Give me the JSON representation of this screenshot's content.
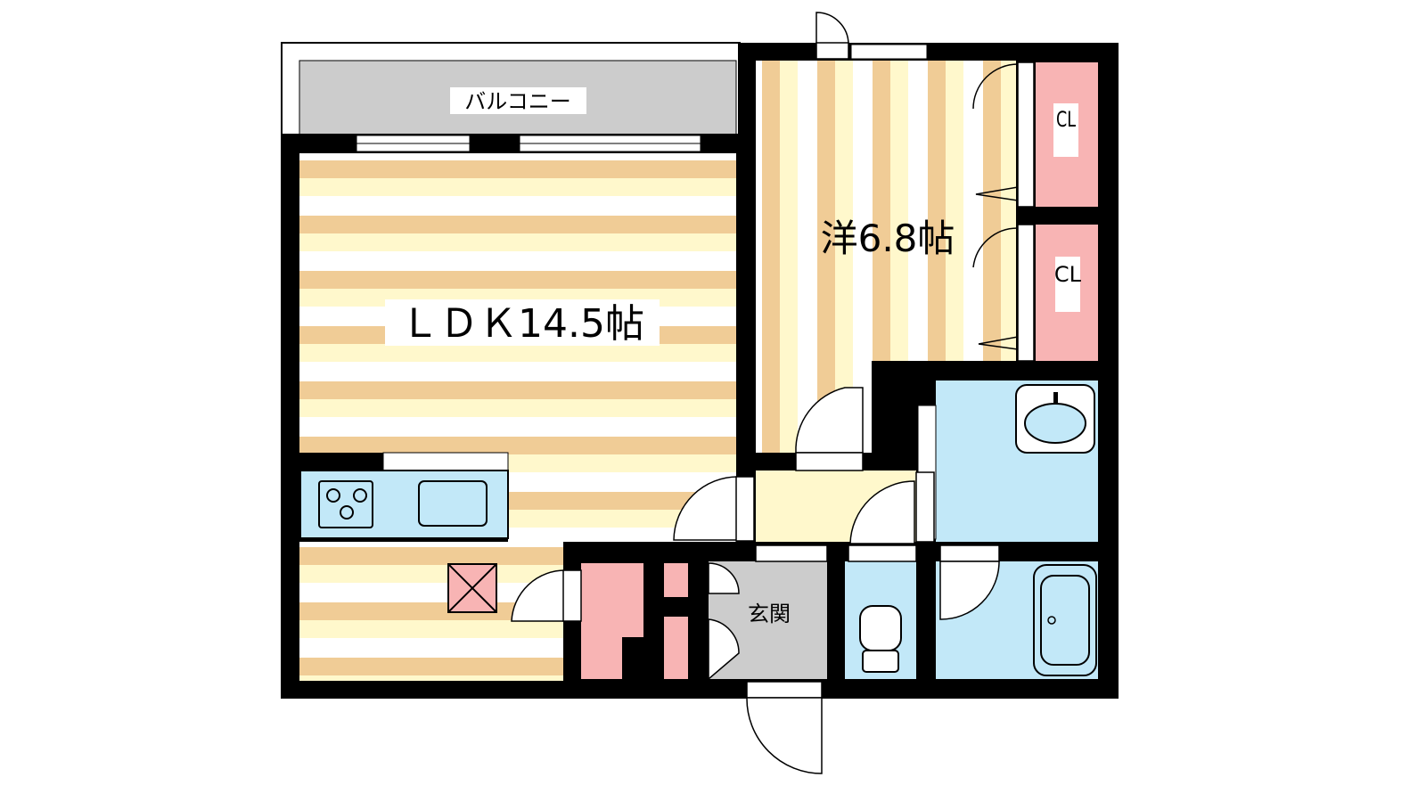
{
  "floorplan": {
    "rooms": {
      "balcony": "バルコニー",
      "ldk": "ＬＤＫ14.5帖",
      "western": "洋6.8帖",
      "closet1": "CL",
      "closet2": "CL",
      "entrance": "玄関"
    },
    "colors": {
      "wall": "#000000",
      "floor_tan": "#f0cc96",
      "floor_cream": "#fff8cc",
      "wet_blue": "#c2e8f8",
      "closet_pink": "#f8b4b4",
      "entrance_gray": "#cccccc",
      "balcony_gray": "#cccccc"
    }
  }
}
